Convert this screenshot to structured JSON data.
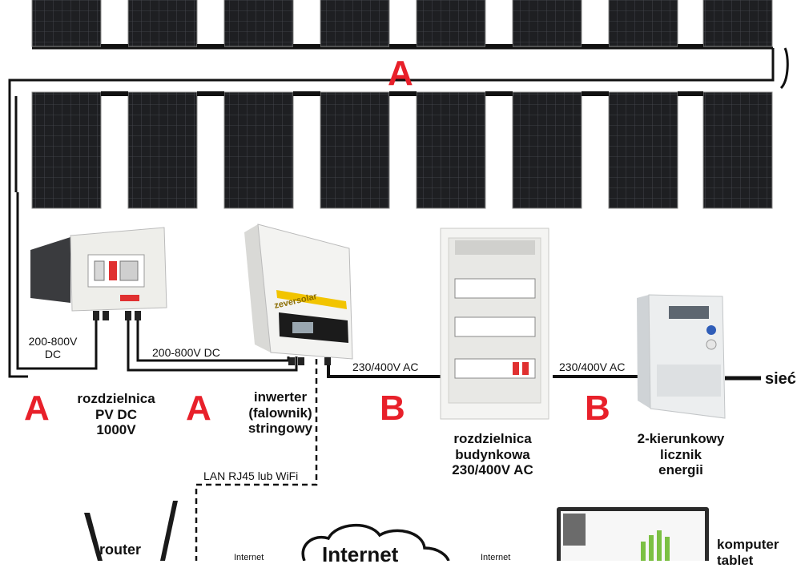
{
  "colors": {
    "accent_red": "#e8202a",
    "panel_dark": "#1e1f22",
    "panel_grid": "#4a4c52",
    "wire": "#111111",
    "enclosure": "#f1f1ee",
    "inverter_stripe": "#f2c400"
  },
  "string_label": "A",
  "labels": {
    "dc_voltage_left": "200-800V",
    "dc_voltage_left_unit": "DC",
    "dc_voltage_mid": "200-800V DC",
    "ac_voltage_1": "230/400V AC",
    "ac_voltage_2": "230/400V AC",
    "grid": "sieć",
    "lan": "LAN RJ45 lub WiFi",
    "internet": "Internet",
    "internet_left": "Internet",
    "internet_right": "Internet"
  },
  "sections": {
    "a_left": "A",
    "a_mid": "A",
    "b_left": "B",
    "b_right": "B"
  },
  "devices": {
    "dc_box": {
      "line1": "rozdzielnica",
      "line2": "PV DC",
      "line3": "1000V"
    },
    "inverter": {
      "line1": "inwerter",
      "line2": "(falownik)",
      "line3": "stringowy",
      "brand": "zeversolar"
    },
    "ac_board": {
      "line1": "rozdzielnica",
      "line2": "budynkowa",
      "line3": "230/400V AC"
    },
    "meter": {
      "line1": "2-kierunkowy",
      "line2": "licznik",
      "line3": "energii"
    },
    "router": {
      "label": "router"
    },
    "computer": {
      "line1": "komputer",
      "line2": "tablet"
    }
  },
  "icons": [
    "solar-panel-icon",
    "dc-box-icon",
    "inverter-icon",
    "ac-board-icon",
    "energy-meter-icon",
    "router-icon",
    "cloud-icon",
    "monitor-icon"
  ]
}
